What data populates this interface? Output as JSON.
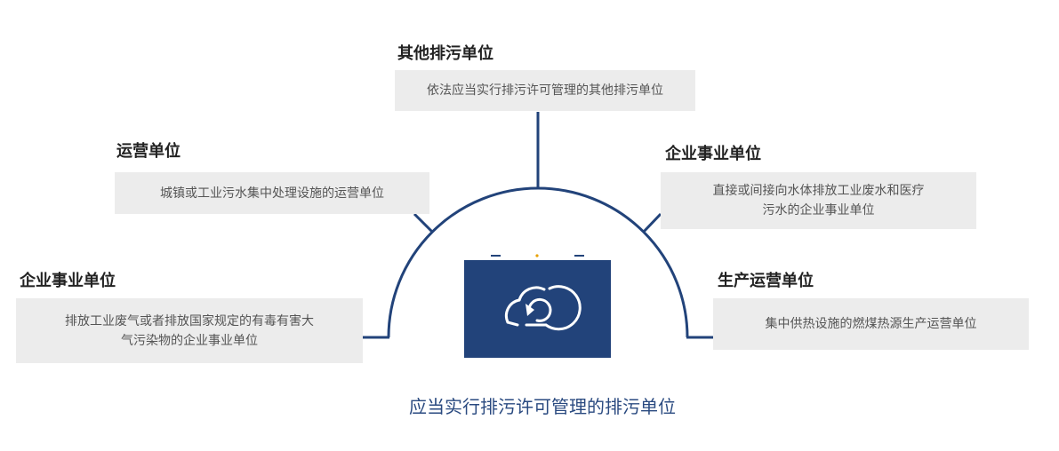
{
  "center": {
    "label": "应当实行排污许可管理的排污单位",
    "icon": "cloud-sync-icon"
  },
  "colors": {
    "line": "#22437a",
    "card": "#22437a",
    "box": "#ececec",
    "title": "#222222",
    "desc": "#555555",
    "accent": "#e8a000"
  },
  "nodes": [
    {
      "id": "top",
      "title": "其他排污单位",
      "desc": [
        "依法应当实行排污许可管理的其他排污单位"
      ]
    },
    {
      "id": "upper-left",
      "title": "运营单位",
      "desc": [
        "城镇或工业污水集中处理设施的运营单位"
      ]
    },
    {
      "id": "upper-right",
      "title": "企业事业单位",
      "desc": [
        "直接或间接向水体排放工业废水和医疗",
        "污水的企业事业单位"
      ]
    },
    {
      "id": "lower-left",
      "title": "企业事业单位",
      "desc": [
        "排放工业废气或者排放国家规定的有毒有害大",
        "气污染物的企业事业单位"
      ]
    },
    {
      "id": "lower-right",
      "title": "生产运营单位",
      "desc": [
        "集中供热设施的燃煤热源生产运营单位"
      ]
    }
  ]
}
